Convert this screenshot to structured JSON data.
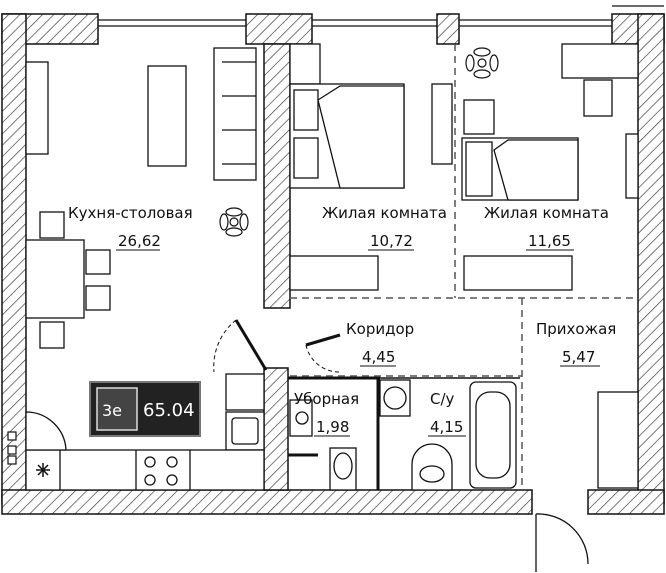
{
  "rooms": {
    "kitchen": {
      "name": "Кухня-столовая",
      "area": "26,62"
    },
    "bedroom1": {
      "name": "Жилая комната",
      "area": "10,72"
    },
    "bedroom2": {
      "name": "Жилая комната",
      "area": "11,65"
    },
    "corridor": {
      "name": "Коридор",
      "area": "4,45"
    },
    "hall": {
      "name": "Прихожая",
      "area": "5,47"
    },
    "toilet": {
      "name": "Уборная",
      "area": "1,98"
    },
    "bathroom": {
      "name": "С/у",
      "area": "4,15"
    }
  },
  "badge": {
    "code": "3e",
    "total_area": "65.04"
  },
  "colors": {
    "wall": "#111111",
    "hatch": "#333333",
    "badge_bg": "#222222",
    "badge_border": "#777777"
  }
}
